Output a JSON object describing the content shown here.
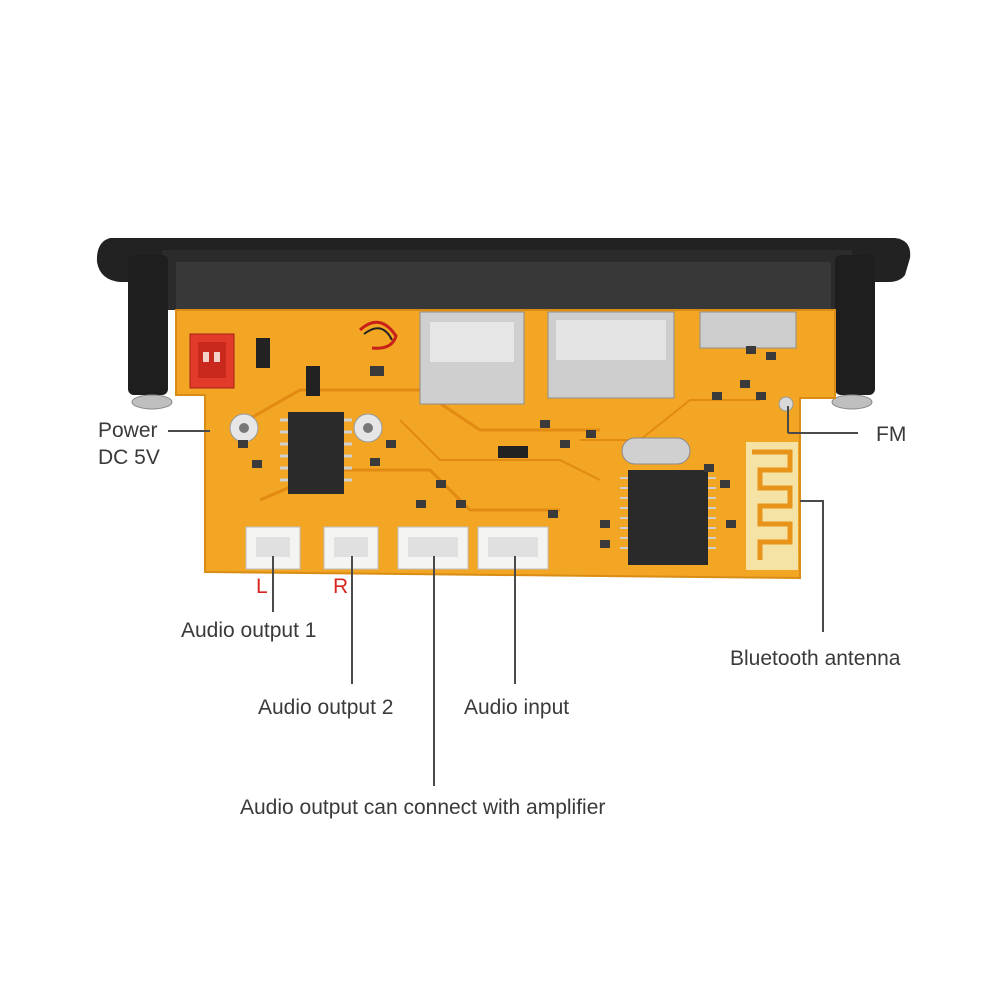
{
  "labels": {
    "power_line1": "Power",
    "power_line2": "DC 5V",
    "fm": "FM",
    "left": "L",
    "right": "R",
    "audio_output_1": "Audio output 1",
    "audio_output_2": "Audio output 2",
    "audio_input": "Audio input",
    "bluetooth_antenna": "Bluetooth antenna",
    "amplifier_note": "Audio output can connect with amplifier"
  },
  "colors": {
    "pcb": "#f2a623",
    "pcb_trace": "#e8941a",
    "panel": "#222222",
    "connector_red": "#e23b2c",
    "connector_white": "#f4f4f2",
    "chip": "#2a2a2a",
    "leader": "#4a4a4a",
    "text": "#3a3a3a",
    "lr_text": "#d8261f"
  }
}
